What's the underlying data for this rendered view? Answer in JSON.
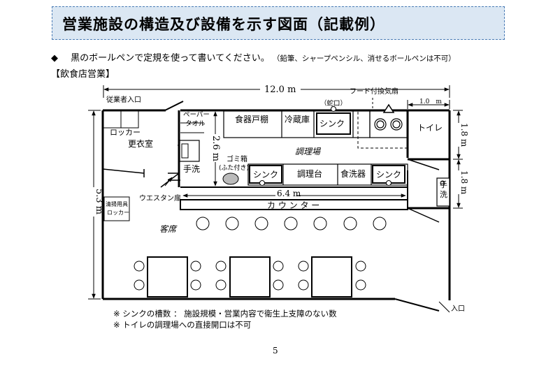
{
  "title": "営業施設の構造及び設備を示す図面（記載例）",
  "instruction": {
    "bullet": "◆",
    "main": "黒のボールペンで定規を使って書いてください。",
    "sub": "（鉛筆、シャープペンシル、消せるボールペンは不可）"
  },
  "section": "【飲食店営業】",
  "plan": {
    "dim_total_width": "12.0 m",
    "dim_kitchen_width": "6.4 m",
    "dim_total_height": "5.3 m",
    "dim_kitchen_depth": "2.6 m",
    "dim_toilet_width": "1.0　m",
    "dim_toilet_height": "1.8 m",
    "dim_handwash_height": "1.8 m",
    "staff_entrance": "従業者入口",
    "hood_fan": "フード付換気扇",
    "faucet": "（蛇口）",
    "locker": "ロッカー",
    "changing_room": "更衣室",
    "paper_towel_1": "ペーパー",
    "paper_towel_2": "タオル",
    "hand_wash": "手洗",
    "dish_cabinet": "食器戸棚",
    "refrigerator": "冷蔵庫",
    "sink": "シンク",
    "kitchen": "調理場",
    "toilet": "トイレ",
    "trash_1": "ゴミ箱",
    "trash_2": "(ふた付き)",
    "prep_table": "調理台",
    "dishwasher": "食洗器",
    "toilet_handwash": "手洗",
    "western_door": "ウエスタン扉",
    "cleaning_locker_1": "清掃用具",
    "cleaning_locker_2": "ロッカー",
    "counter": "カ ウ ン タ ー",
    "seating": "客席",
    "entrance": "入口"
  },
  "footnotes": [
    "※ シンクの槽数 ： 施設規模・営業内容で衛生上支障のない数",
    "※ トイレの調理場への直接開口は不可"
  ],
  "page_number": "5"
}
